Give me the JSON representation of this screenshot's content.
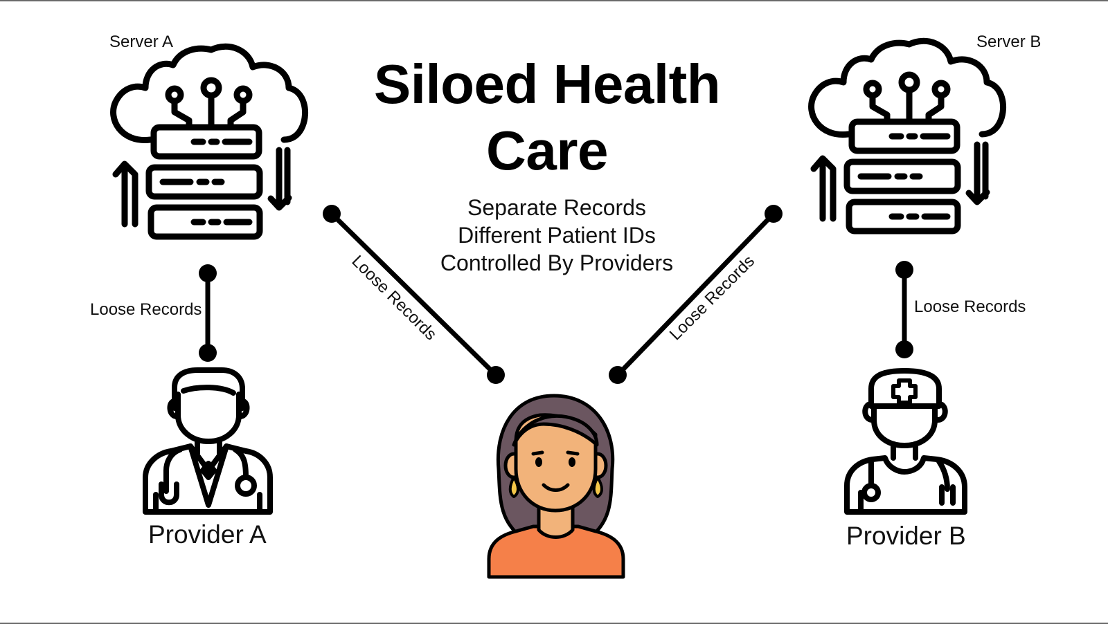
{
  "title": {
    "line1": "Siloed Health",
    "line2": "Care"
  },
  "subtitle": {
    "lines": [
      "Separate Records",
      "Different Patient IDs",
      "Controlled By Providers"
    ]
  },
  "nodes": {
    "server_a": "Server A",
    "server_b": "Server B",
    "provider_a": "Provider A",
    "provider_b": "Provider B"
  },
  "connectors": {
    "server_a_provider_a": "Loose Records",
    "server_b_provider_b": "Loose Records",
    "patient_server_a": "Loose Records",
    "patient_server_b": "Loose Records"
  },
  "colors": {
    "line": "#000000",
    "skin": "#F2B37A",
    "hair": "#6B5660",
    "shirt": "#F58049",
    "earring": "#F3C649"
  }
}
